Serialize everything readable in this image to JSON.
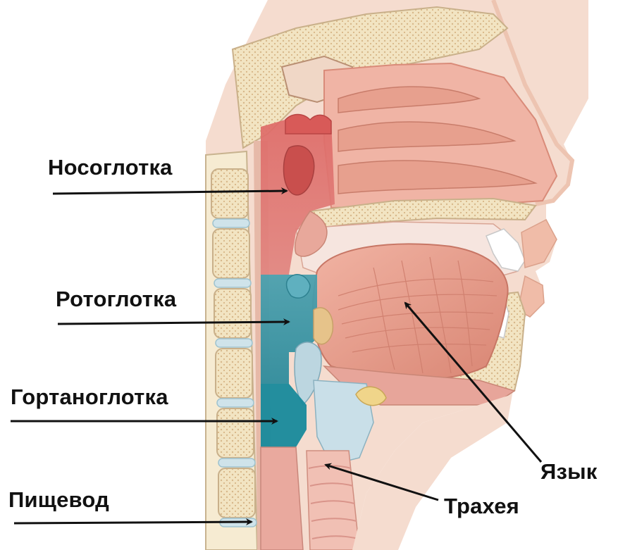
{
  "labels": {
    "nasopharynx": "Носоглотка",
    "oropharynx": "Ротоглотка",
    "laryngopharynx": "Гортаноглотка",
    "esophagus": "Пищевод",
    "tongue": "Язык",
    "trachea": "Трахея"
  },
  "colors": {
    "skin": "#f4d6c8",
    "tissue": "#e8a394",
    "muscle": "#e49484",
    "bone": "#f2e7c8",
    "disc": "#c9dfe8",
    "nasopharynx_highlight": "#d9605c",
    "oropharynx_highlight": "#2d8fa0",
    "laryngopharynx_highlight": "#17889a",
    "arrow": "#111111"
  }
}
